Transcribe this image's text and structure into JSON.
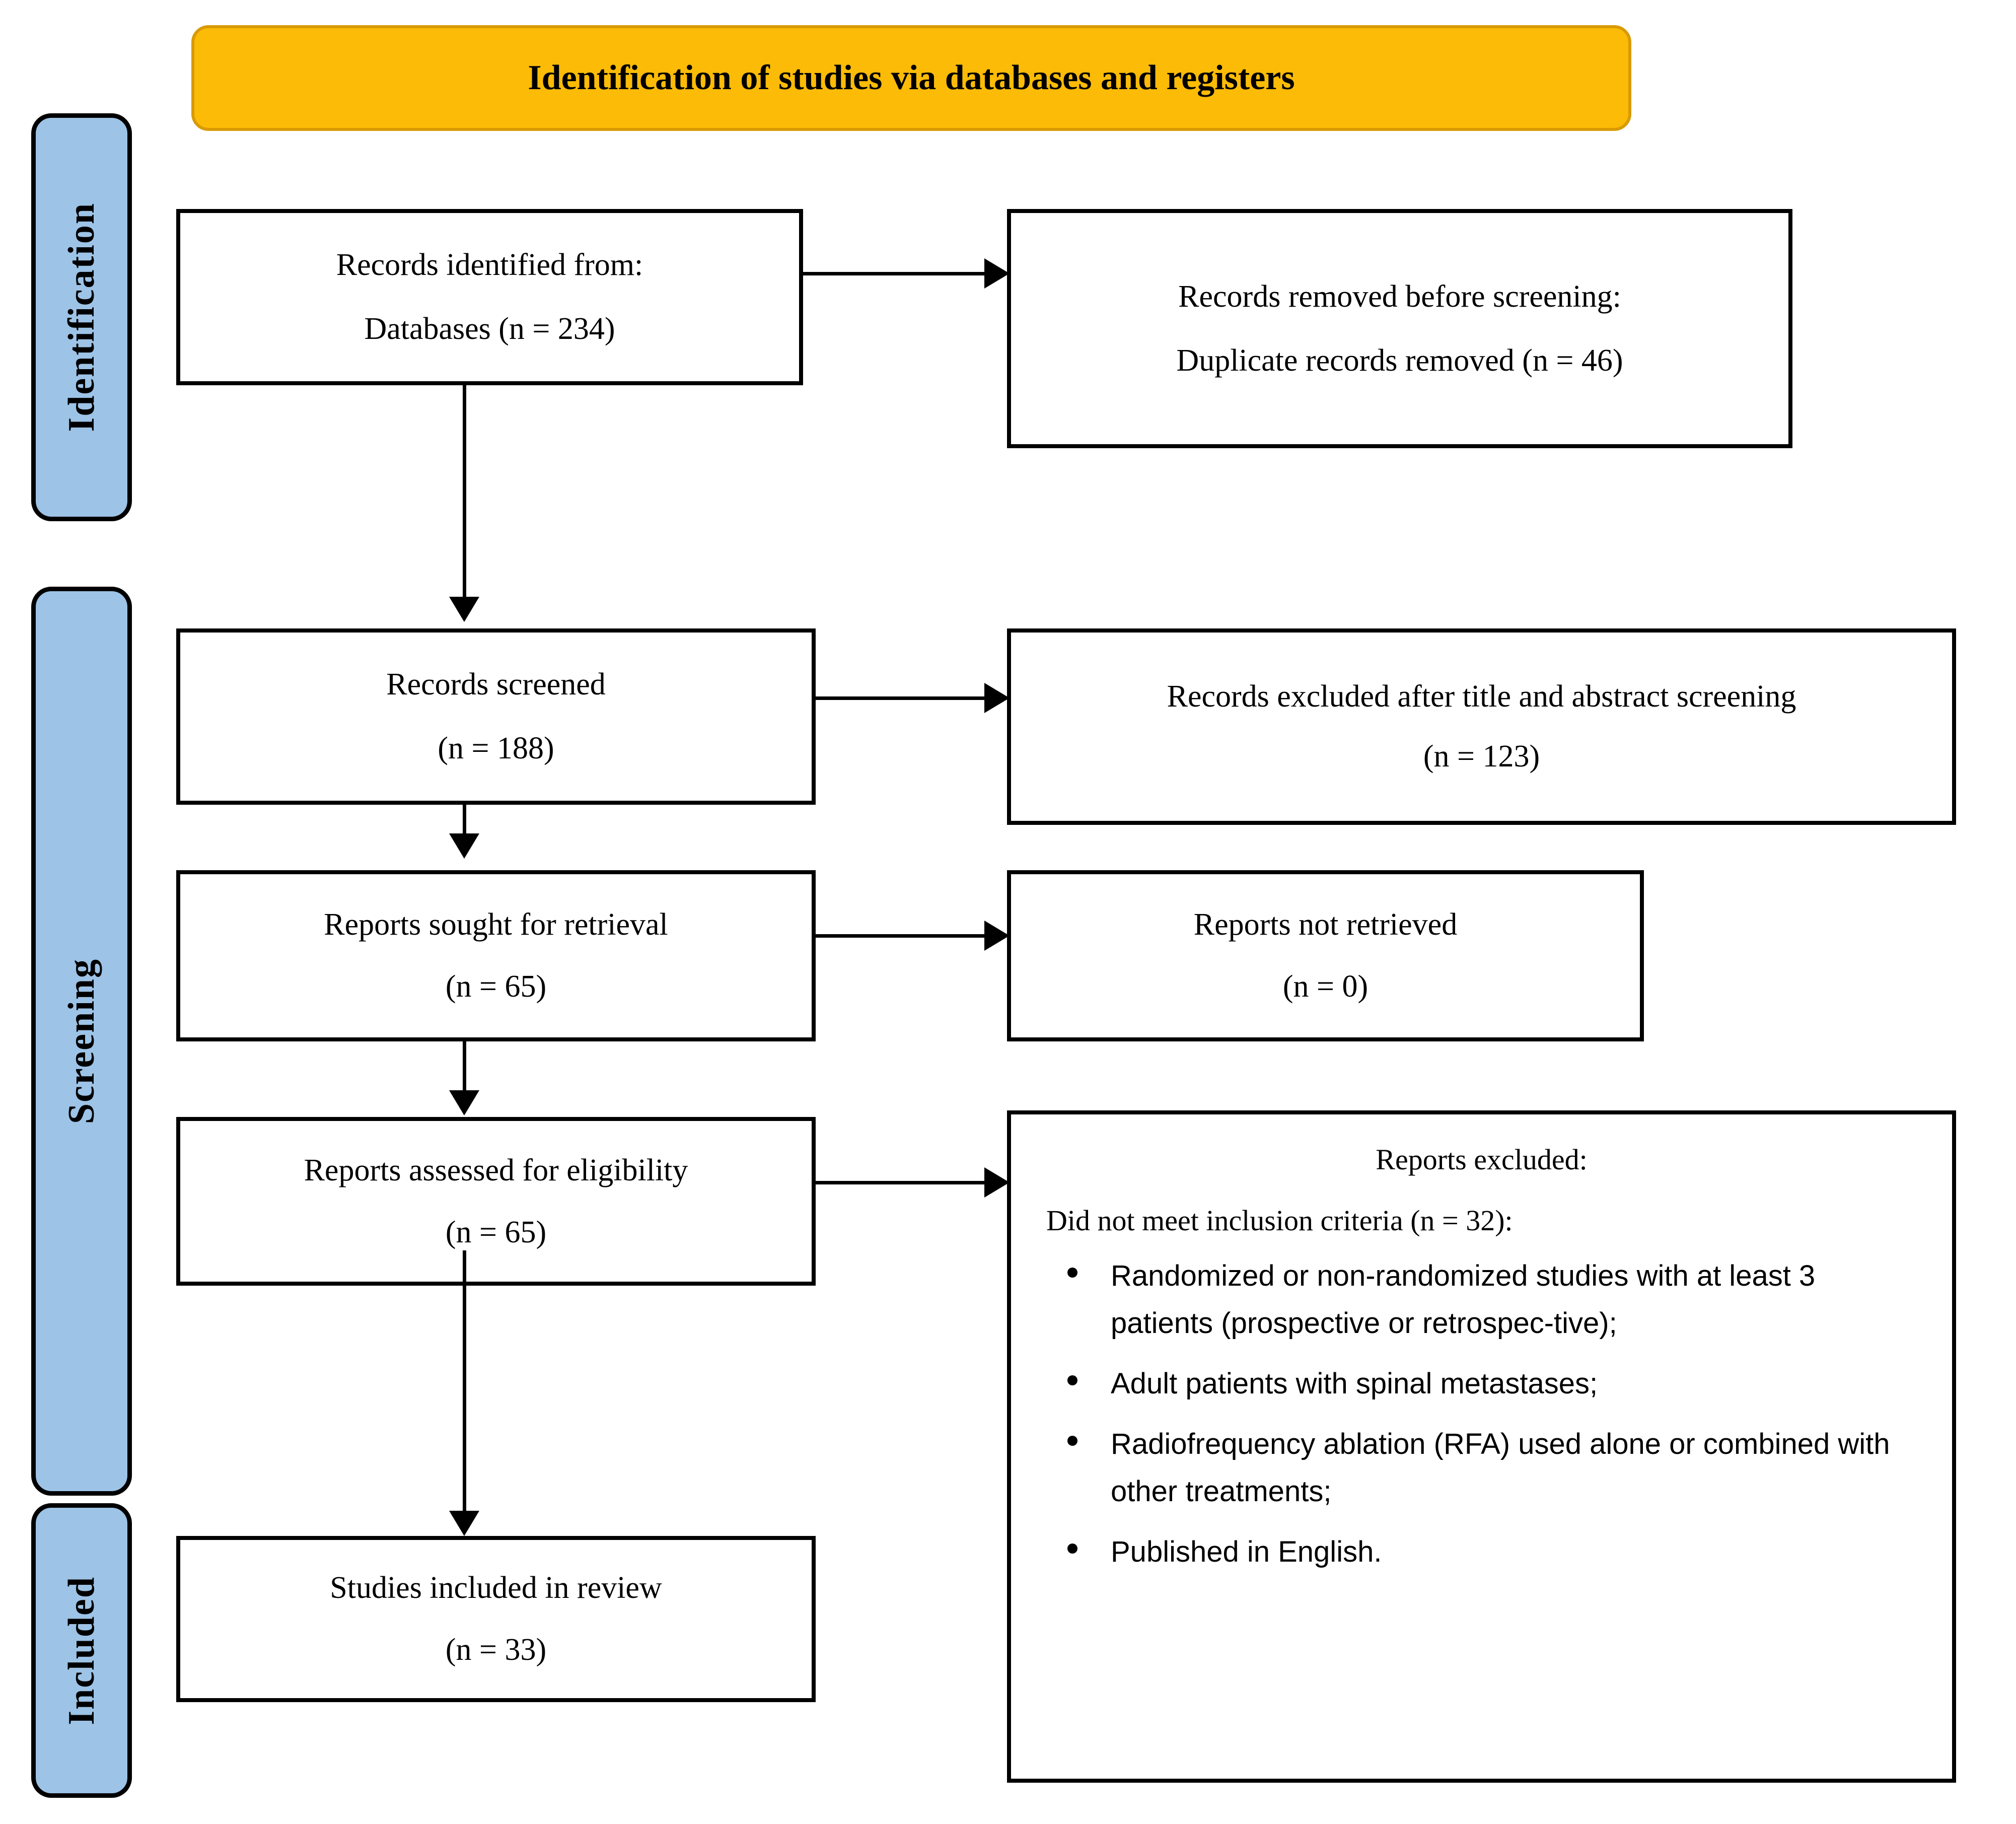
{
  "banner": {
    "title": "Identification of studies via databases and registers"
  },
  "stages": [
    {
      "label": "Identification"
    },
    {
      "label": "Screening"
    },
    {
      "label": "Included"
    }
  ],
  "boxes": {
    "identified": {
      "line1": "Records identified from:",
      "line2": "Databases (n = 234)"
    },
    "removed": {
      "line1": "Records removed before screening:",
      "line2": "Duplicate records removed (n = 46)"
    },
    "screened": {
      "line1": "Records screened",
      "line2": "(n = 188)"
    },
    "excluded_screening": {
      "line1": "Records excluded after title and abstract screening",
      "line2": "(n = 123)"
    },
    "sought": {
      "line1": "Reports sought for retrieval",
      "line2": "(n = 65)"
    },
    "not_retrieved": {
      "line1": "Reports not retrieved",
      "line2": "(n = 0)"
    },
    "assessed": {
      "line1": "Reports assessed for eligibility",
      "line2": "(n = 65)"
    },
    "reports_excluded": {
      "title": "Reports excluded:",
      "subtitle": "Did not meet inclusion criteria (n = 32):",
      "criteria": [
        "Randomized or non-randomized studies with at least 3 patients (prospective or retrospec-tive);",
        "Adult patients with spinal metastases;",
        "Radiofrequency ablation (RFA) used alone or combined with other treatments;",
        "Published in English."
      ]
    },
    "included": {
      "line1": "Studies included in review",
      "line2": "(n = 33)"
    }
  },
  "colors": {
    "banner_fill": "#FBBB06",
    "banner_border": "#D89A04",
    "stage_fill": "#9DC3E6",
    "stroke": "#000000"
  }
}
